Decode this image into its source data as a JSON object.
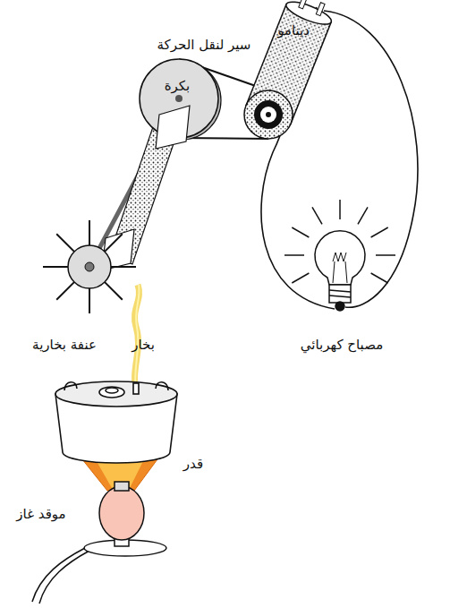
{
  "diagram": {
    "labels": [
      "دينامو",
      "سير لنقل الحركة",
      "بكرة",
      "بخار",
      "عنفة بخارية",
      "مصباح كهربائي",
      "قدر",
      "موقد غاز"
    ]
  }
}
